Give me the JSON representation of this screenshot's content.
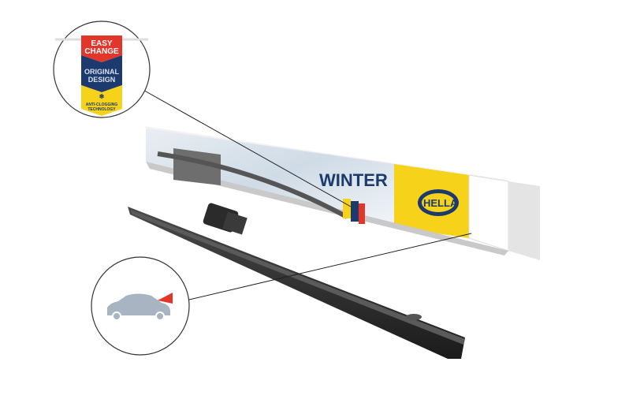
{
  "badge": {
    "line1": "EASY",
    "line2": "CHANGE",
    "line3": "ORIGINAL",
    "line4": "DESIGN",
    "line5": "ANTI-CLOGGING",
    "line6": "TECHNOLOGY"
  },
  "box": {
    "title": "WINTER",
    "brand": "HELLA"
  },
  "colors": {
    "red": "#e3362a",
    "navy": "#1c3a6e",
    "yellow": "#f6d21a",
    "blade": "#2a2a2a",
    "car": "#a9b4c2"
  }
}
